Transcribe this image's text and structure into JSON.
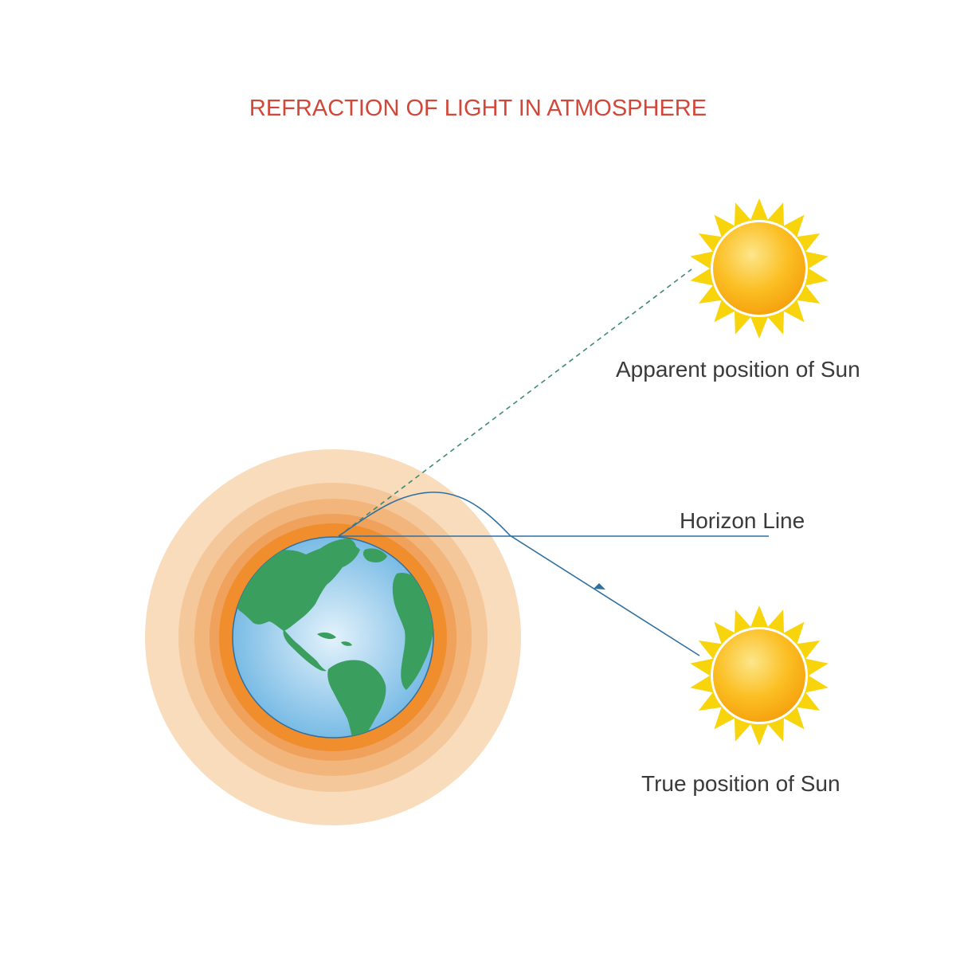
{
  "title": "REFRACTION OF LIGHT IN ATMOSPHERE",
  "labels": {
    "apparent_sun": "Apparent position of Sun",
    "horizon": "Horizon Line",
    "true_sun": "True position of Sun"
  },
  "colors": {
    "title": "#d2473a",
    "label": "#3a3a3a",
    "ray": "#2f6fa0",
    "dashed_ray": "#3d8a78",
    "ocean_center": "#e3f2fb",
    "ocean_edge": "#6fb6e3",
    "land": "#3a9f5e",
    "atmosphere_outer": "#f8dcbb",
    "atmosphere_2": "#f4c89b",
    "atmosphere_3": "#f2b67c",
    "atmosphere_4": "#f0a15b",
    "atmosphere_inner": "#f08d2c",
    "sun_rays": "#f7d40c",
    "sun_core_light": "#fde68a",
    "sun_core": "#fbbf24",
    "sun_core_dark": "#f59e0b"
  },
  "icons": {
    "earth": "earth-globe-icon",
    "sun": "sun-icon",
    "arrow": "arrowhead-icon"
  }
}
